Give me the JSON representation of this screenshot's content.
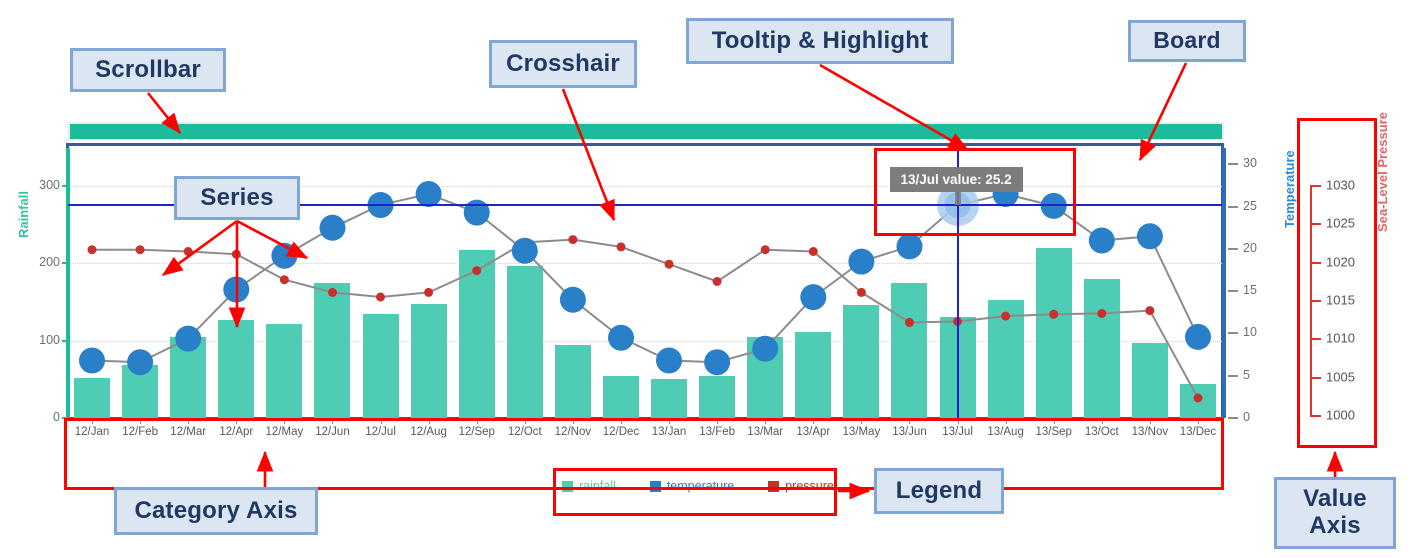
{
  "annotations": {
    "scrollbar": "Scrollbar",
    "crosshair": "Crosshair",
    "tooltip": "Tooltip & Highlight",
    "board": "Board",
    "series": "Series",
    "category_axis": "Category Axis",
    "legend": "Legend",
    "value_axis_line1": "Value",
    "value_axis_line2": "Axis"
  },
  "tooltip": {
    "text": "13/Jul value: 25.2",
    "category": "13/Jul",
    "value": 25.2,
    "background": "#7d7d7d",
    "color": "#ffffff"
  },
  "colors": {
    "rainfall": "#4ecdb4",
    "temperature": "#2a7fc9",
    "pressure": "#c9302c",
    "board_border": "#3c5a96",
    "crosshair": "#2222cc",
    "scrollbar": "#1abc9c",
    "annotation_box_fill": "#dce6f2",
    "annotation_box_border": "#7fa6d4",
    "annotation_arrow": "#ff0000",
    "highlight": "#a9cdef"
  },
  "legend": [
    {
      "label": "rainfall",
      "color": "#4ecdb4"
    },
    {
      "label": "temperature",
      "color": "#2a7fc9"
    },
    {
      "label": "pressure",
      "color": "#c9302c"
    }
  ],
  "axes": {
    "rainfall": {
      "title": "Rainfall",
      "ticks": [
        0,
        100,
        200,
        300
      ],
      "min": 0,
      "max": 353,
      "color": "#38c2a4"
    },
    "temperature": {
      "title": "Temperature",
      "ticks": [
        0,
        5,
        10,
        15,
        20,
        25,
        30
      ],
      "min": 0,
      "max": 32.3,
      "color": "#2a8cd8"
    },
    "pressure": {
      "title": "Sea-Level Pressure",
      "ticks": [
        1000,
        1005,
        1010,
        1015,
        1020,
        1025,
        1030
      ],
      "min": 1000,
      "max": 1030,
      "color": "#e06666"
    }
  },
  "chart_data": {
    "type": "bar",
    "title": "",
    "xlabel": "",
    "ylabel": "Rainfall",
    "grid": true,
    "legend_position": "bottom",
    "categories": [
      "12/Jan",
      "12/Feb",
      "12/Mar",
      "12/Apr",
      "12/May",
      "12/Jun",
      "12/Jul",
      "12/Aug",
      "12/Sep",
      "12/Oct",
      "12/Nov",
      "12/Dec",
      "13/Jan",
      "13/Feb",
      "13/Mar",
      "13/Apr",
      "13/May",
      "13/Jun",
      "13/Jul",
      "13/Aug",
      "13/Sep",
      "13/Oct",
      "13/Nov",
      "13/Dec"
    ],
    "series": [
      {
        "name": "rainfall",
        "type": "bar",
        "axis": "rainfall",
        "color": "#4ecdb4",
        "values": [
          52,
          68,
          105,
          127,
          122,
          175,
          135,
          147,
          217,
          196,
          95,
          54,
          50,
          54,
          105,
          111,
          146,
          175,
          131,
          153,
          220,
          180,
          97,
          44
        ]
      },
      {
        "name": "temperature",
        "type": "line",
        "axis": "temperature",
        "color": "#2a7fc9",
        "values": [
          6.8,
          6.6,
          9.4,
          15.2,
          19.2,
          22.5,
          25.2,
          26.5,
          24.3,
          19.8,
          14.0,
          9.5,
          6.8,
          6.6,
          8.2,
          14.3,
          18.5,
          20.3,
          25.2,
          26.5,
          25.1,
          21.0,
          21.5,
          9.6
        ]
      },
      {
        "name": "pressure",
        "type": "line",
        "axis": "pressure",
        "color": "#c9302c",
        "values": [
          1018.5,
          1018.5,
          1018.3,
          1018.0,
          1015.2,
          1013.8,
          1013.3,
          1013.8,
          1016.2,
          1019.3,
          1019.6,
          1018.8,
          1016.9,
          1015.0,
          1018.5,
          1018.3,
          1013.8,
          1010.5,
          1010.6,
          1011.2,
          1011.4,
          1011.5,
          1011.8,
          1002.2
        ]
      }
    ]
  }
}
